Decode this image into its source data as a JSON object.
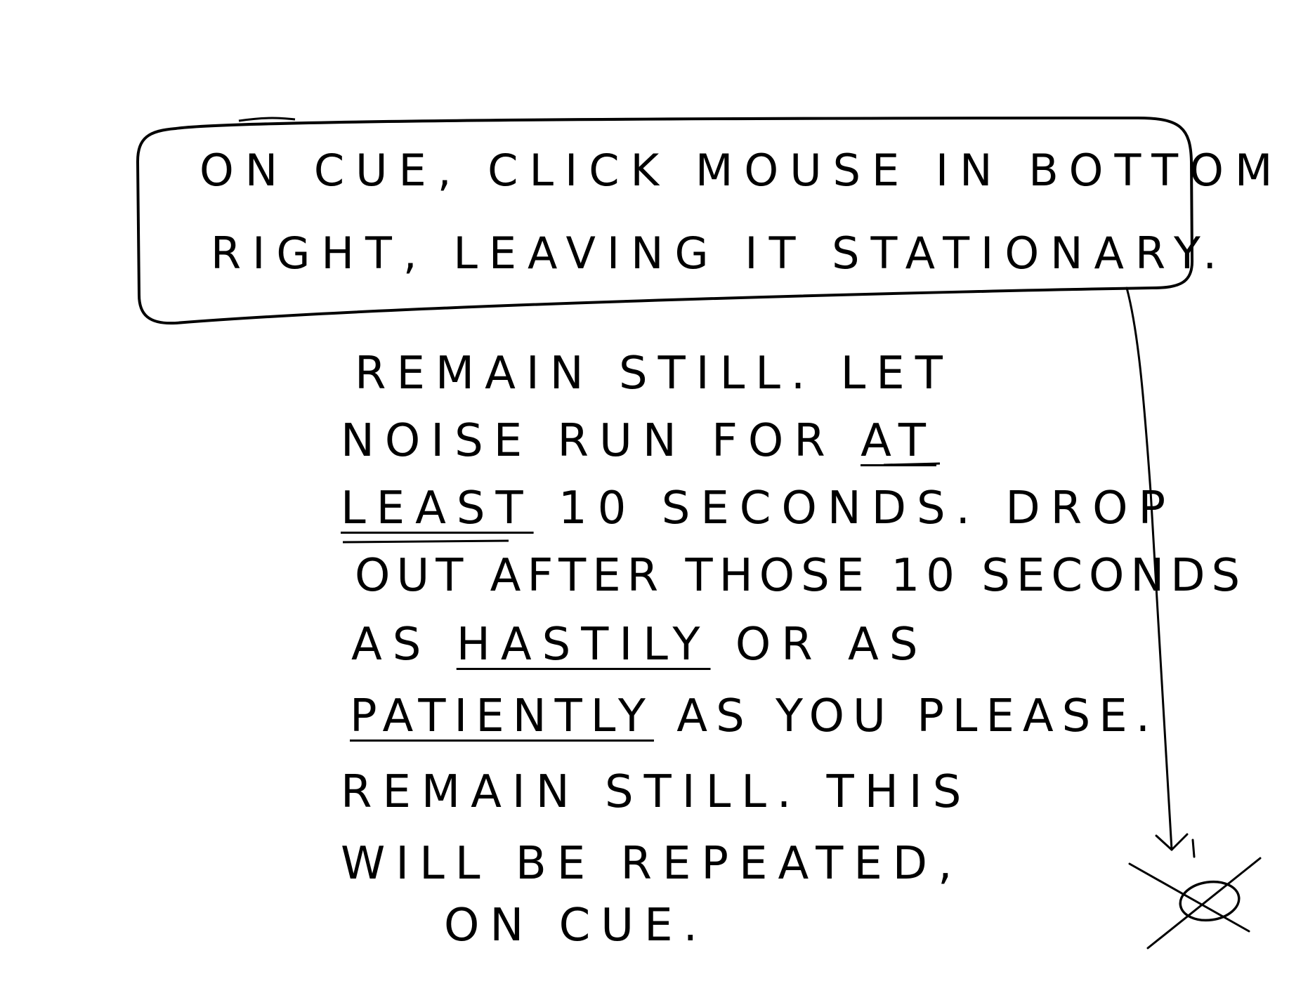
{
  "callout": {
    "line1": "ON CUE, CLICK MOUSE IN BOTTOM",
    "line2": "RIGHT, LEAVING IT STATIONARY."
  },
  "instructions": {
    "line1": "REMAIN STILL. LET",
    "line2_a": "NOISE RUN FOR ",
    "line2_b": "AT",
    "line3_a": "LEAST",
    "line3_b": " 10 SECONDS. DROP",
    "line4": "OUT AFTER THOSE 10 SECONDS",
    "line5_a": "AS ",
    "line5_b": "HASTILY",
    "line5_c": " OR AS",
    "line6_a": "PATIENTLY",
    "line6_b": " AS YOU PLEASE.",
    "line7": "REMAIN STILL. THIS",
    "line8": "WILL BE REPEATED,",
    "line9": "ON CUE."
  },
  "colors": {
    "ink": "#000000",
    "paper": "#ffffff"
  }
}
